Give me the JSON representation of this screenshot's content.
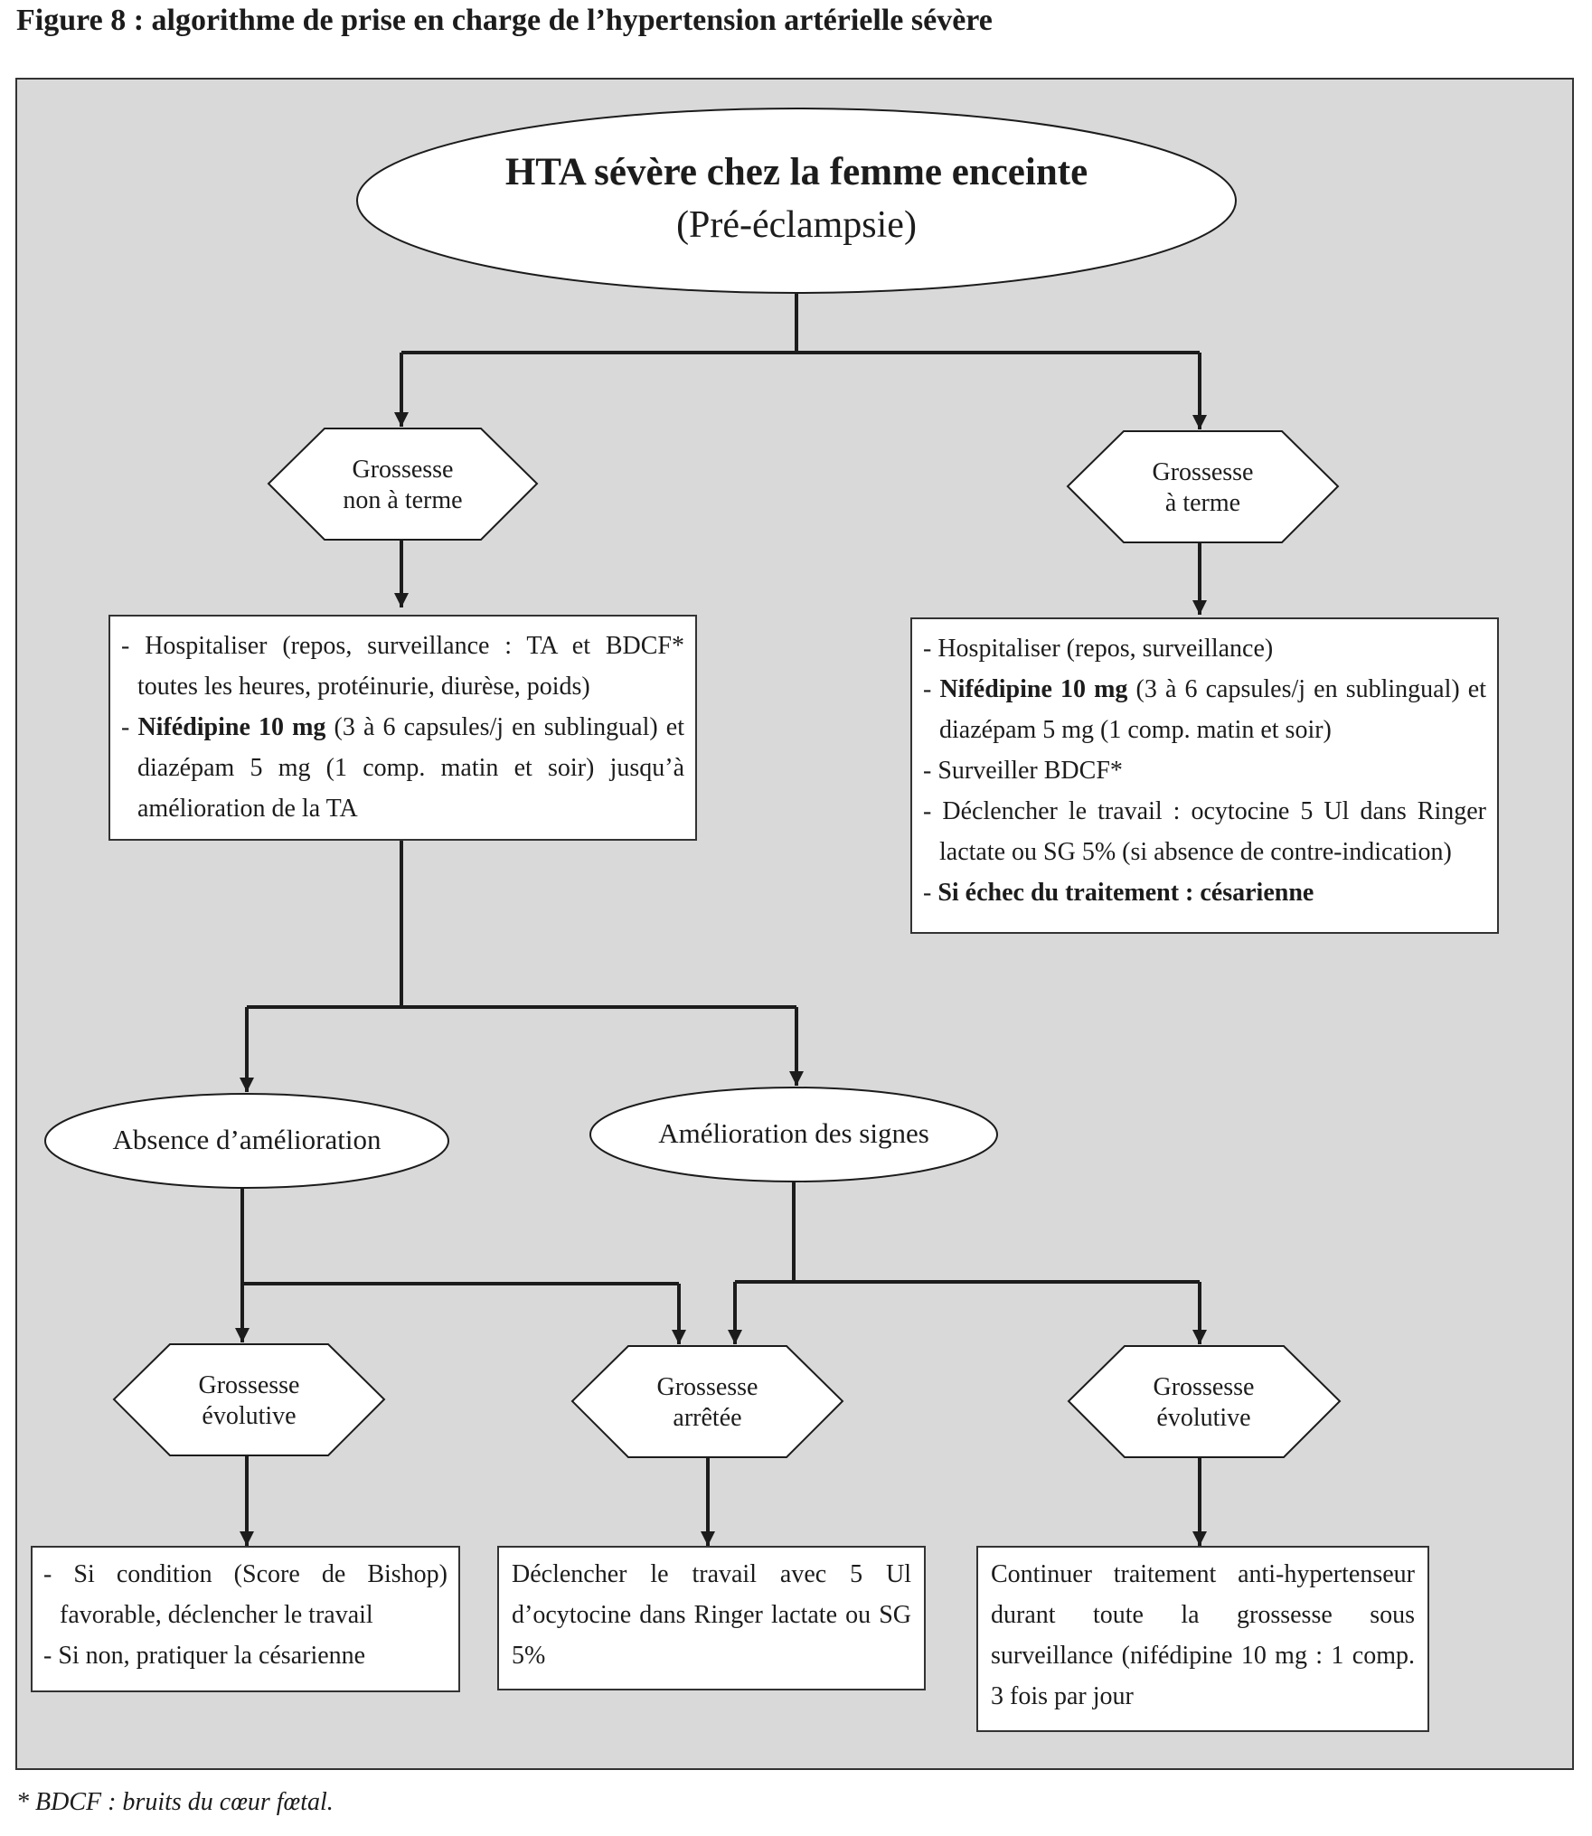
{
  "figure_title": "Figure 8 : algorithme de prise en charge de l’hypertension artérielle sévère",
  "start": {
    "title": "HTA sévère chez la femme enceinte",
    "subtitle": "(Pré-éclampsie)"
  },
  "branch_left": {
    "decision": {
      "line1": "Grossesse",
      "line2": "non à terme"
    },
    "box": {
      "item1": "Hospitaliser (repos, surveillance : TA et BDCF* toutes les heures, protéinurie, diurèse, poids)",
      "item2_bold": "Nifédipine 10 mg",
      "item2_rest": " (3 à 6 capsules/j en sublingual) et diazépam 5 mg (1 comp. matin et soir) jusqu’à amélioration de la TA"
    }
  },
  "branch_right": {
    "decision": {
      "line1": "Grossesse",
      "line2": "à terme"
    },
    "box": {
      "item1": "Hospitaliser (repos, surveillance)",
      "item2_bold": "Nifédipine 10 mg",
      "item2_rest": " (3 à 6 capsules/j en sublingual) et diazépam 5 mg (1 comp. matin et soir)",
      "item3": "Surveiller BDCF*",
      "item4": "Déclencher le travail : ocytocine 5 Ul dans Ringer lactate ou SG 5% (si absence de contre-indication)",
      "item5_bold": "Si échec du traitement : césarienne"
    }
  },
  "outcomes": {
    "no_improvement": "Absence d’amélioration",
    "improvement": "Amélioration des signes"
  },
  "bottom": {
    "left": {
      "decision": {
        "line1": "Grossesse",
        "line2": "évolutive"
      },
      "item1": "Si condition (Score de Bishop) favorable, déclencher le travail",
      "item2": "Si non, pratiquer la césarienne"
    },
    "middle": {
      "decision": {
        "line1": "Grossesse",
        "line2": "arrêtée"
      },
      "text": "Déclencher le travail avec 5 Ul d’ocytocine dans Ringer lactate ou SG 5%"
    },
    "right": {
      "decision": {
        "line1": "Grossesse",
        "line2": "évolutive"
      },
      "text": "Continuer traitement anti-hypertenseur durant toute la grossesse sous surveillance (nifédipine 10 mg : 1 comp. 3 fois par jour"
    }
  },
  "footnote": "* BDCF : bruits du cœur fœtal.",
  "colors": {
    "panel": "#d9d9d9",
    "stroke": "#1c1c1c",
    "box": "#ffffff"
  }
}
